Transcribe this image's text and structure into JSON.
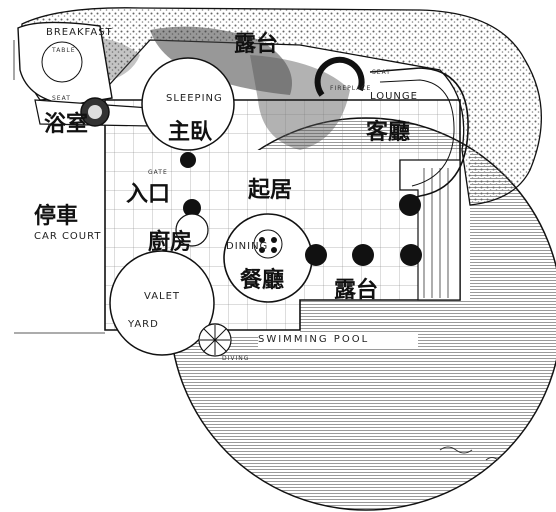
{
  "labels_zh": {
    "terrace_top": "露台",
    "bath": "浴室",
    "master_bedroom": "主臥",
    "living_room": "客廳",
    "entrance": "入口",
    "living": "起居",
    "parking": "停車",
    "kitchen": "廚房",
    "dining_room": "餐廳",
    "terrace_bottom": "露台"
  },
  "labels_en": {
    "breakfast": "BREAKFAST",
    "table": "TABLE",
    "seat_left": "SEAT",
    "seat_right": "SEAT",
    "sleeping": "SLEEPING",
    "fireplace": "FIREPLACE",
    "lounge": "LOUNGE",
    "gate": "GATE",
    "car_court": "CAR COURT",
    "dining": "DINING",
    "valet": "VALET",
    "yard": "YARD",
    "swimming_pool": "SWIMMING POOL",
    "diving": "DIVING"
  },
  "colors": {
    "ink": "#111111",
    "paper": "#ffffff",
    "hatch": "#444444"
  }
}
